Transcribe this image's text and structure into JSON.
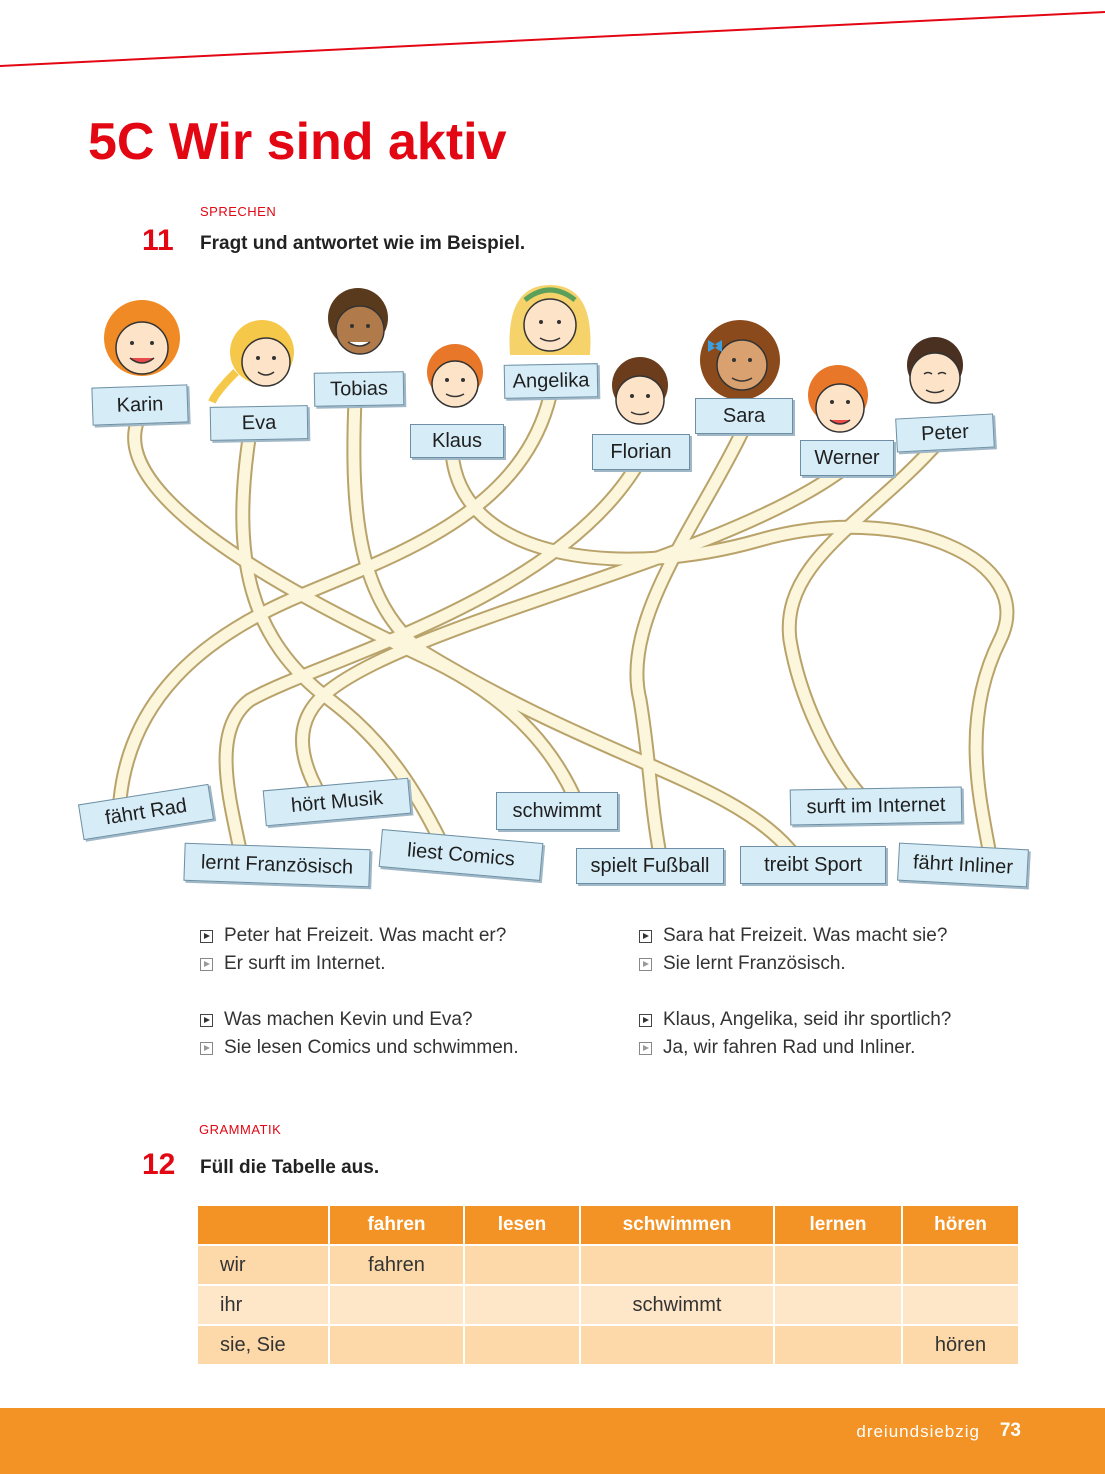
{
  "header": {
    "title": "5C Wir sind aktiv"
  },
  "exercise11": {
    "section": "SPRECHEN",
    "number": "11",
    "instruction": "Fragt und antwortet wie im Beispiel.",
    "names": [
      "Karin",
      "Eva",
      "Tobias",
      "Klaus",
      "Angelika",
      "Florian",
      "Sara",
      "Werner",
      "Peter"
    ],
    "activities": [
      "fährt Rad",
      "hört Musik",
      "schwimmt",
      "surft im Internet",
      "lernt Französisch",
      "liest Comics",
      "spielt Fußball",
      "treibt Sport",
      "fährt Inliner"
    ],
    "dialogs": [
      {
        "q": "Peter hat Freizeit. Was macht er?",
        "a": "Er surft im Internet."
      },
      {
        "q": "Sara hat Freizeit. Was macht sie?",
        "a": "Sie lernt Französisch."
      },
      {
        "q": "Was machen Kevin und Eva?",
        "a": "Sie lesen Comics und schwimmen."
      },
      {
        "q": "Klaus, Angelika, seid ihr sportlich?",
        "a": "Ja, wir fahren Rad und Inliner."
      }
    ]
  },
  "exercise12": {
    "section": "GRAMMATIK",
    "number": "12",
    "instruction": "Füll die Tabelle aus.",
    "headers": [
      "",
      "fahren",
      "lesen",
      "schwimmen",
      "lernen",
      "hören"
    ],
    "rows": [
      [
        "wir",
        "fahren",
        "",
        "",
        "",
        ""
      ],
      [
        "ihr",
        "",
        "",
        "schwimmt",
        "",
        ""
      ],
      [
        "sie, Sie",
        "",
        "",
        "",
        "",
        "hören"
      ]
    ]
  },
  "footer": {
    "page_word": "dreiundsiebzig",
    "page_number": "73"
  },
  "colors": {
    "accent_red": "#e30613",
    "orange": "#f39325",
    "label_blue": "#d6ecf7",
    "path_cream": "#fbf6dc"
  }
}
